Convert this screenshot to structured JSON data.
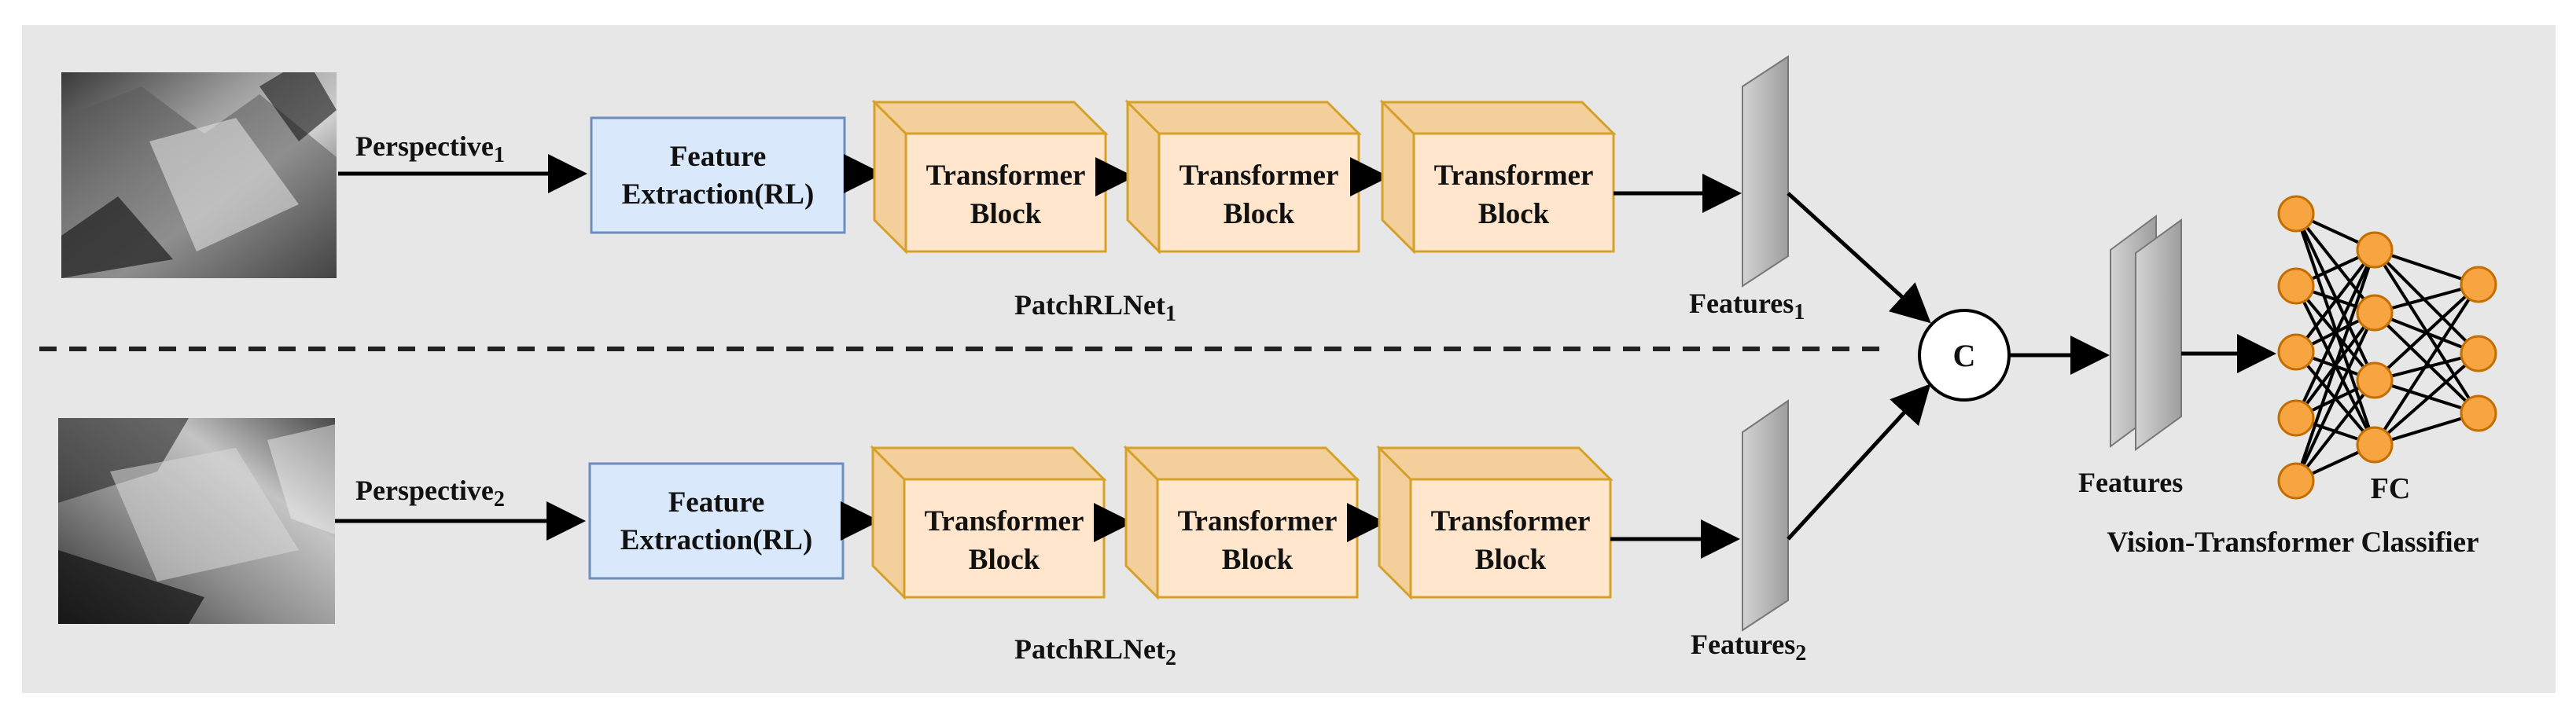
{
  "colors": {
    "panel_bg": "#e7e7e7",
    "feature_fill": "#dae8fc",
    "feature_stroke": "#6c8ebf",
    "block_front": "#ffe6cc",
    "block_side": "#f3cf9b",
    "block_stroke": "#d6a12a",
    "vector_fill": "#bdbdbd",
    "neuron_fill": "#f7a540",
    "neuron_stroke": "#c46e00",
    "line": "#000000"
  },
  "streams": [
    {
      "perspective_label": "Perspective",
      "perspective_sub": "1",
      "feature_line1": "Feature",
      "feature_line2": "Extraction(RL)",
      "blocks": [
        {
          "line1": "Transformer",
          "line2": "Block"
        },
        {
          "line1": "Transformer",
          "line2": "Block"
        },
        {
          "line1": "Transformer",
          "line2": "Block"
        }
      ],
      "net_label": "PatchRLNet",
      "net_sub": "1",
      "features_label": "Features",
      "features_sub": "1",
      "image_icon": "top-view-photo"
    },
    {
      "perspective_label": "Perspective",
      "perspective_sub": "2",
      "feature_line1": "Feature",
      "feature_line2": "Extraction(RL)",
      "blocks": [
        {
          "line1": "Transformer",
          "line2": "Block"
        },
        {
          "line1": "Transformer",
          "line2": "Block"
        },
        {
          "line1": "Transformer",
          "line2": "Block"
        }
      ],
      "net_label": "PatchRLNet",
      "net_sub": "2",
      "features_label": "Features",
      "features_sub": "2",
      "image_icon": "side-view-photo"
    }
  ],
  "concat_symbol": "C",
  "merged_features_label": "Features",
  "fc_label": "FC",
  "classifier_label": "Vision-Transformer Classifier"
}
